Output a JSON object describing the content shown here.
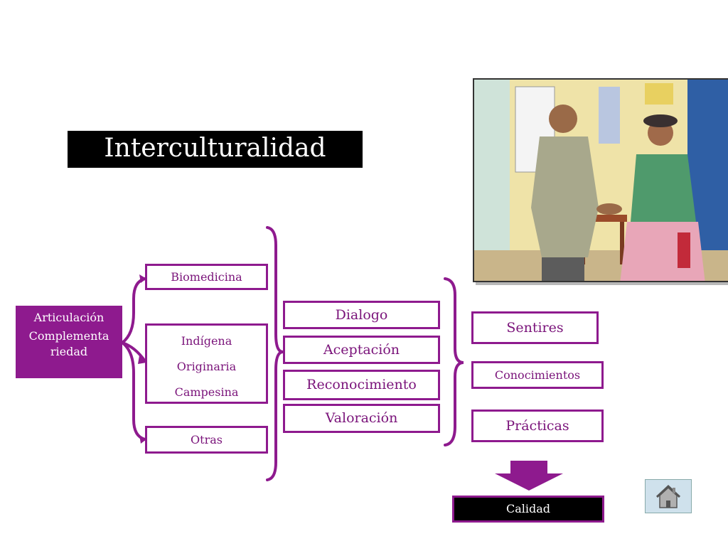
{
  "title": "Interculturalidad",
  "articulacion": {
    "line1": "Articulación",
    "line2": "Complementa",
    "line3": "riedad"
  },
  "medicinas": {
    "biomedicina": "Biomedicina",
    "indigena": "Indígena",
    "originaria": "Originaria",
    "campesina": "Campesina",
    "otras": "Otras"
  },
  "procesos": {
    "dialogo": "Dialogo",
    "aceptacion": "Aceptación",
    "reconocimiento": "Reconocimiento",
    "valoracion": "Valoración"
  },
  "dimensiones": {
    "sentires": "Sentires",
    "conocimientos": "Conocimientos",
    "practicas": "Prácticas"
  },
  "resultado": "Calidad",
  "colors": {
    "accent": "#8e1a8e",
    "title_bg": "#000000"
  },
  "icons": {
    "home": "home-icon"
  }
}
